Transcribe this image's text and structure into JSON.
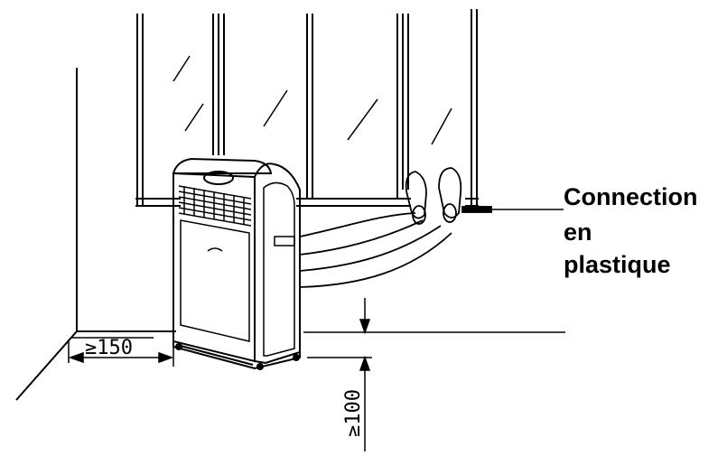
{
  "callout": {
    "line1": "Connection",
    "line2": "en",
    "line3": "plastique"
  },
  "dimensions": {
    "side_clearance": "≥150",
    "bottom_clearance": "≥100"
  },
  "colors": {
    "ink": "#000000",
    "paper": "#ffffff"
  }
}
